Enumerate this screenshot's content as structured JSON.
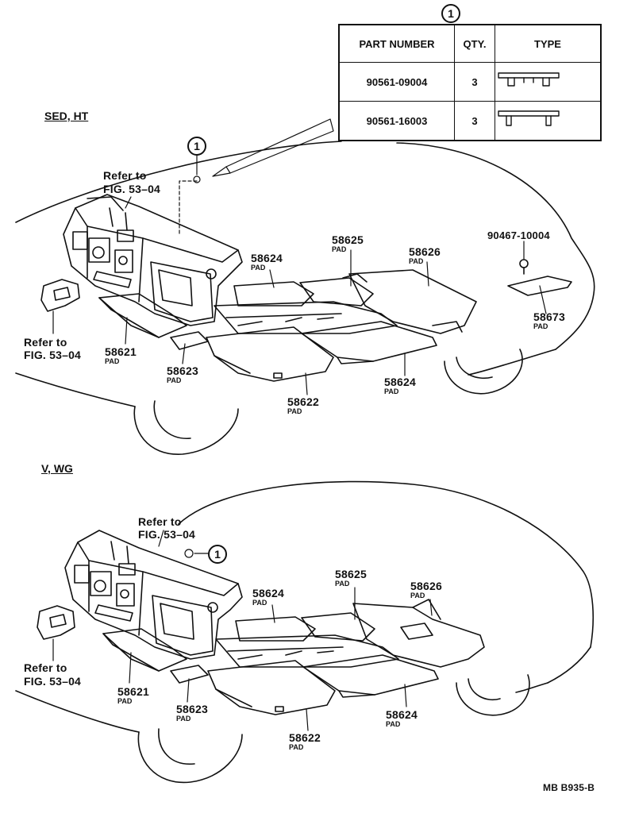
{
  "table": {
    "circle_ref": "1",
    "headers": [
      "PART NUMBER",
      "QTY.",
      "TYPE"
    ],
    "rows": [
      {
        "part": "90561-09004",
        "qty": "3"
      },
      {
        "part": "90561-16003",
        "qty": "3"
      }
    ]
  },
  "top": {
    "title": "SED, HT",
    "circle_ref": "1",
    "refer1": [
      "Refer to",
      "FIG. 53–04"
    ],
    "refer2": [
      "Refer to",
      "FIG. 53–04"
    ],
    "parts": [
      {
        "num": "58624",
        "sub": "PAD"
      },
      {
        "num": "58625",
        "sub": "PAD"
      },
      {
        "num": "58626",
        "sub": "PAD"
      },
      {
        "num": "90467-10004",
        "sub": ""
      },
      {
        "num": "58673",
        "sub": "PAD"
      },
      {
        "num": "58621",
        "sub": "PAD"
      },
      {
        "num": "58623",
        "sub": "PAD"
      },
      {
        "num": "58624",
        "sub": "PAD"
      },
      {
        "num": "58622",
        "sub": "PAD"
      }
    ]
  },
  "bottom": {
    "title": "V, WG",
    "circle_ref": "1",
    "refer1": [
      "Refer to",
      "FIG. 53–04"
    ],
    "refer2": [
      "Refer to",
      "FIG. 53–04"
    ],
    "parts": [
      {
        "num": "58624",
        "sub": "PAD"
      },
      {
        "num": "58625",
        "sub": "PAD"
      },
      {
        "num": "58626",
        "sub": "PAD"
      },
      {
        "num": "58621",
        "sub": "PAD"
      },
      {
        "num": "58623",
        "sub": "PAD"
      },
      {
        "num": "58624",
        "sub": "PAD"
      },
      {
        "num": "58622",
        "sub": "PAD"
      }
    ]
  },
  "footer_code": "MB B935-B"
}
